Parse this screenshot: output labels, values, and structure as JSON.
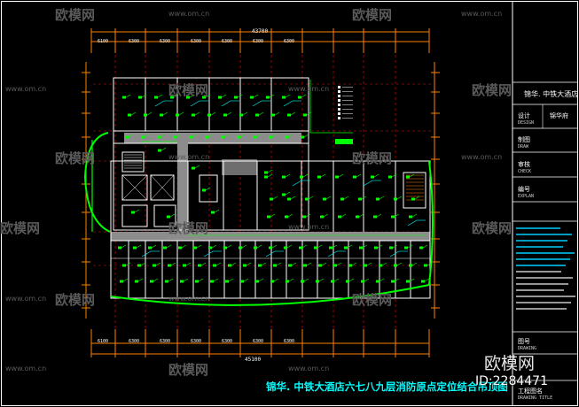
{
  "drawing": {
    "title": "锦华. 中铁大酒店六七八九层消防原点定位结合吊顶图",
    "dim_top_total": "43700",
    "dim_bottom_total": "45100",
    "top_dims": [
      "6100",
      "6300",
      "6300",
      "6300",
      "6300",
      "6300",
      "6300"
    ],
    "bottom_dims": [
      "6100",
      "6300",
      "6300",
      "6300",
      "6300",
      "6300",
      "6300"
    ]
  },
  "title_block": {
    "project": "锦华. 中铁大酒店",
    "design_label": "设计",
    "design_en": "DESIGN",
    "design_name": "锦华府",
    "draw_label": "制图",
    "draw_en": "DRAW",
    "check_label": "审核",
    "check_en": "CHECK",
    "no_label": "编号",
    "no_en": "EXPLAN",
    "drawing_no_label": "图号",
    "drawing_no_en": "DRAWING",
    "title_label": "工程图名",
    "title_en": "DRAWING TITLE"
  },
  "watermarks": {
    "brand": "欧模网",
    "url": "www.om.cn"
  },
  "branding": {
    "brand": "欧模网",
    "id": "ID:2284471"
  },
  "colors": {
    "wall": "#ffffff",
    "dimension": "#ff7f00",
    "grid": "#ff0000",
    "fire": "#00ff00",
    "ceiling": "#00ffff",
    "corridor": "#8c8c8c",
    "border": "#ffffff"
  }
}
